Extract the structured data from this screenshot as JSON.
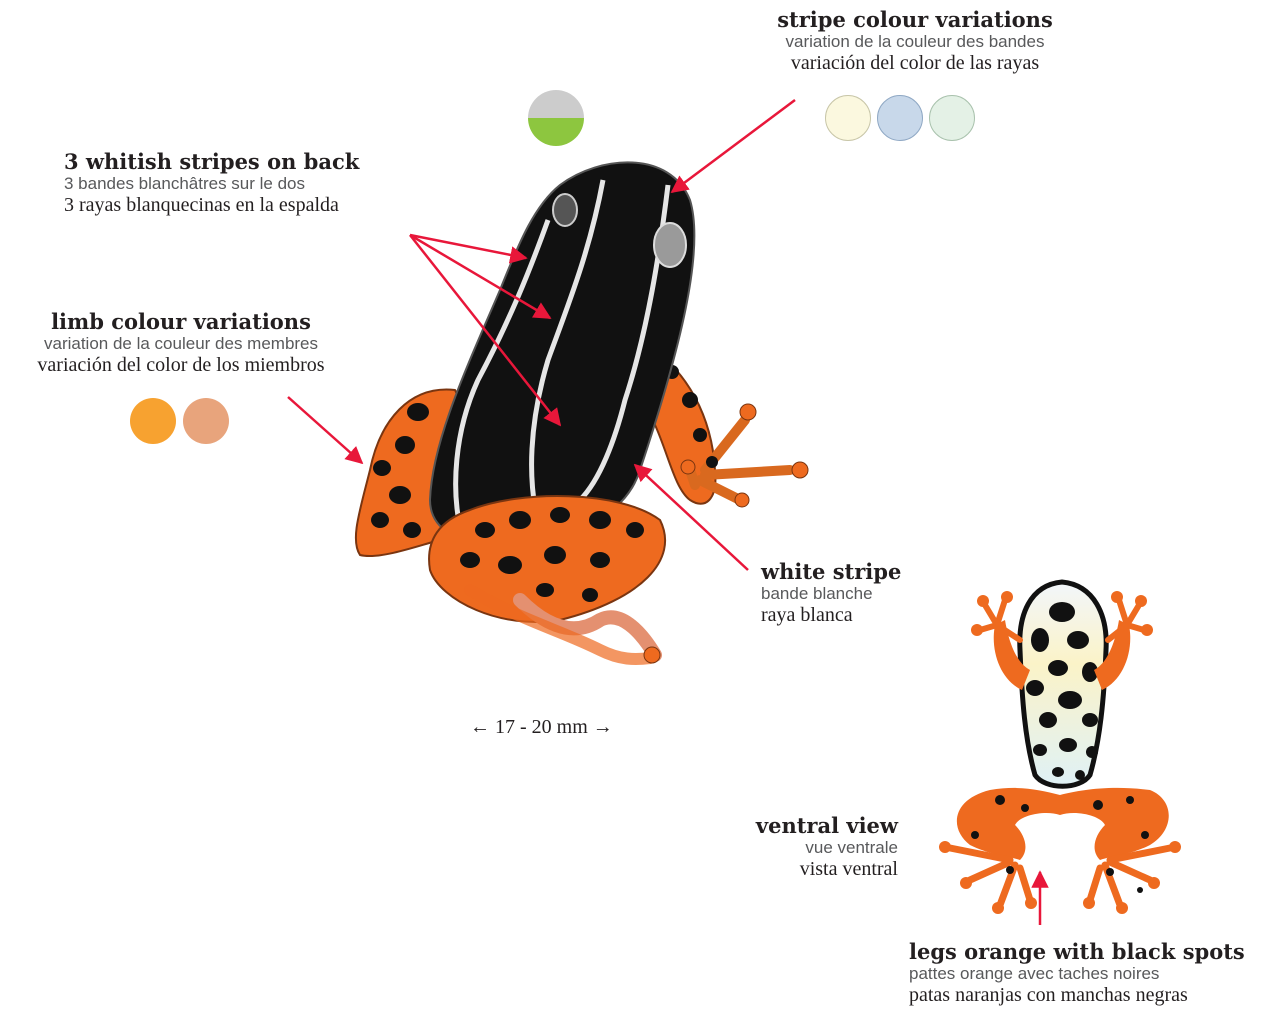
{
  "colors": {
    "arrow": "#e8173a",
    "frog_black": "#111111",
    "frog_orange": "#ee6a1f",
    "stripe_white": "#e6e6e6"
  },
  "labels": {
    "stripe_colour": {
      "en": "stripe colour variations",
      "fr": "variation de la couleur des bandes",
      "es": "variación del color de las rayas"
    },
    "whitish_stripes": {
      "en": "3 whitish stripes on back",
      "fr": "3 bandes blanchâtres sur le dos",
      "es": "3 rayas blanquecinas en la espalda"
    },
    "limb_colour": {
      "en": "limb colour variations",
      "fr": "variation de la couleur des membres",
      "es": "variación del color de los miembros"
    },
    "white_stripe": {
      "en": "white stripe",
      "fr": "bande blanche",
      "es": "raya blanca"
    },
    "ventral_view": {
      "en": "ventral view",
      "fr": "vue ventrale",
      "es": "vista ventral"
    },
    "legs_orange": {
      "en": "legs orange with black spots",
      "fr": "pattes orange avec taches noires",
      "es": "patas naranjas con manchas negras"
    }
  },
  "size_text": "← 17 - 20 mm →",
  "swatches": {
    "stripe": [
      "#fbf8df",
      "#c8d8ea",
      "#e4f1e6"
    ],
    "limb": [
      "#f7a230",
      "#e8a47c"
    ],
    "belly_top": "#cccccc",
    "belly_bottom": "#8dc63f"
  }
}
